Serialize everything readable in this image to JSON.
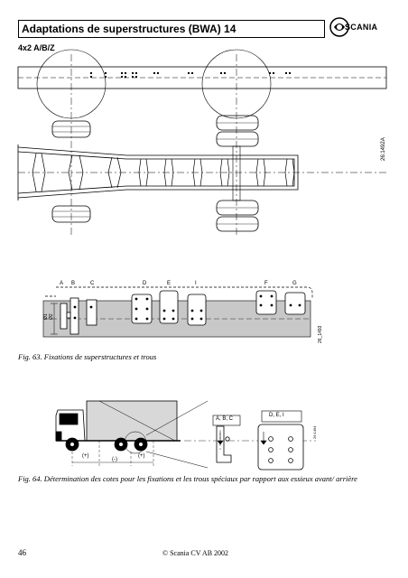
{
  "header": {
    "title": "Adaptations de superstructures (BWA) 14",
    "brand": "SCANIA"
  },
  "section": {
    "label": "4x2 A/B/Z"
  },
  "figure1": {
    "code": "26:1492A"
  },
  "figure2": {
    "labels": [
      "A",
      "B",
      "C",
      "D",
      "E",
      "I",
      "F",
      "G"
    ],
    "left_dims": [
      "Ø1",
      "Ø2"
    ],
    "code": "26_1493",
    "caption": "Fig. 63. Fixations de superstructures et trous"
  },
  "figure3": {
    "signs": [
      "(+)",
      "(-)",
      "(+)"
    ],
    "box1_label": "A, B, C",
    "box2_label": "D, E, I",
    "code": "26:1494",
    "caption": "Fig. 64. Détermination des cotes pour les fixations et les trous spéciaux par rapport aux essieux avant/ arrière"
  },
  "footer": {
    "page": "46",
    "copyright": "© Scania CV AB 2002"
  }
}
